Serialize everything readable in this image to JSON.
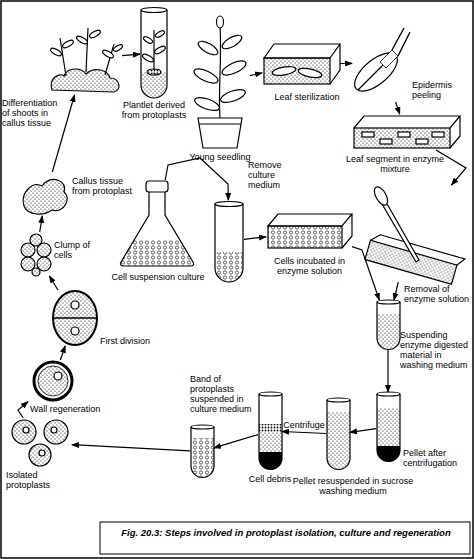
{
  "diagram": {
    "caption": "Fig. 20.3: Steps involved in protoplast isolation, culture and regeneration",
    "nodes": [
      {
        "text": [
          "Young seedling"
        ]
      },
      {
        "text": [
          "Leaf sterilization"
        ]
      },
      {
        "text": [
          "Epidermis peeling"
        ]
      },
      {
        "text": [
          "Leaf segment in enzyme mixture"
        ]
      },
      {
        "text": [
          "Removal of enzyme solution"
        ]
      },
      {
        "text": [
          "Suspending enzyme digested material in washing medium"
        ]
      },
      {
        "text": [
          "Pellet after centrifugation"
        ]
      },
      {
        "text": [
          "Pellet resuspended in sucrose washing medium"
        ]
      },
      {
        "text": [
          "Cell debris"
        ]
      },
      {
        "text": [
          "Band of protoplasts suspended in culture medium"
        ]
      },
      {
        "text": [
          "Isolated protoplasts"
        ]
      },
      {
        "text": [
          "Wall regeneration"
        ]
      },
      {
        "text": [
          "First division"
        ]
      },
      {
        "text": [
          "Clump of cells"
        ]
      },
      {
        "text": [
          "Callus tissue from protoplast"
        ]
      },
      {
        "text": [
          "Differentiation of shoots in callus tissue"
        ]
      },
      {
        "text": [
          "Plantlet derived from protoplasts"
        ]
      },
      {
        "text": [
          "Cell suspension culture"
        ]
      },
      {
        "text": [
          "Remove culture medium"
        ]
      },
      {
        "text": [
          "Cells incubated in enzyme solution"
        ]
      }
    ],
    "edges": [
      {
        "from": 0,
        "to": 1,
        "arrow": "to"
      },
      {
        "from": 1,
        "to": 2,
        "arrow": "to"
      },
      {
        "from": 2,
        "to": 3,
        "arrow": "to"
      },
      {
        "from": 3,
        "to": 4,
        "arrow": "to"
      },
      {
        "from": 4,
        "to": 5,
        "arrow": "to"
      },
      {
        "from": 5,
        "to": 6,
        "arrow": "to"
      },
      {
        "from": 6,
        "to": 7,
        "arrow": "to"
      },
      {
        "from": 7,
        "to": 8,
        "label": "Centrifuge",
        "arrow": "to"
      },
      {
        "from": 8,
        "to": 9,
        "arrow": "to"
      },
      {
        "from": 9,
        "to": 10,
        "arrow": "to"
      },
      {
        "from": 10,
        "to": 11,
        "arrow": "to"
      },
      {
        "from": 11,
        "to": 12,
        "arrow": "to"
      },
      {
        "from": 12,
        "to": 13,
        "arrow": "to"
      },
      {
        "from": 13,
        "to": 14,
        "arrow": "to"
      },
      {
        "from": 14,
        "to": 15,
        "arrow": "to"
      },
      {
        "from": 15,
        "to": 16,
        "arrow": "to"
      },
      {
        "from": 17,
        "to": 18,
        "arrow": "to"
      },
      {
        "from": 18,
        "to": 19,
        "arrow": "to"
      },
      {
        "from": 19,
        "to": 5,
        "arrow": "to"
      }
    ]
  }
}
